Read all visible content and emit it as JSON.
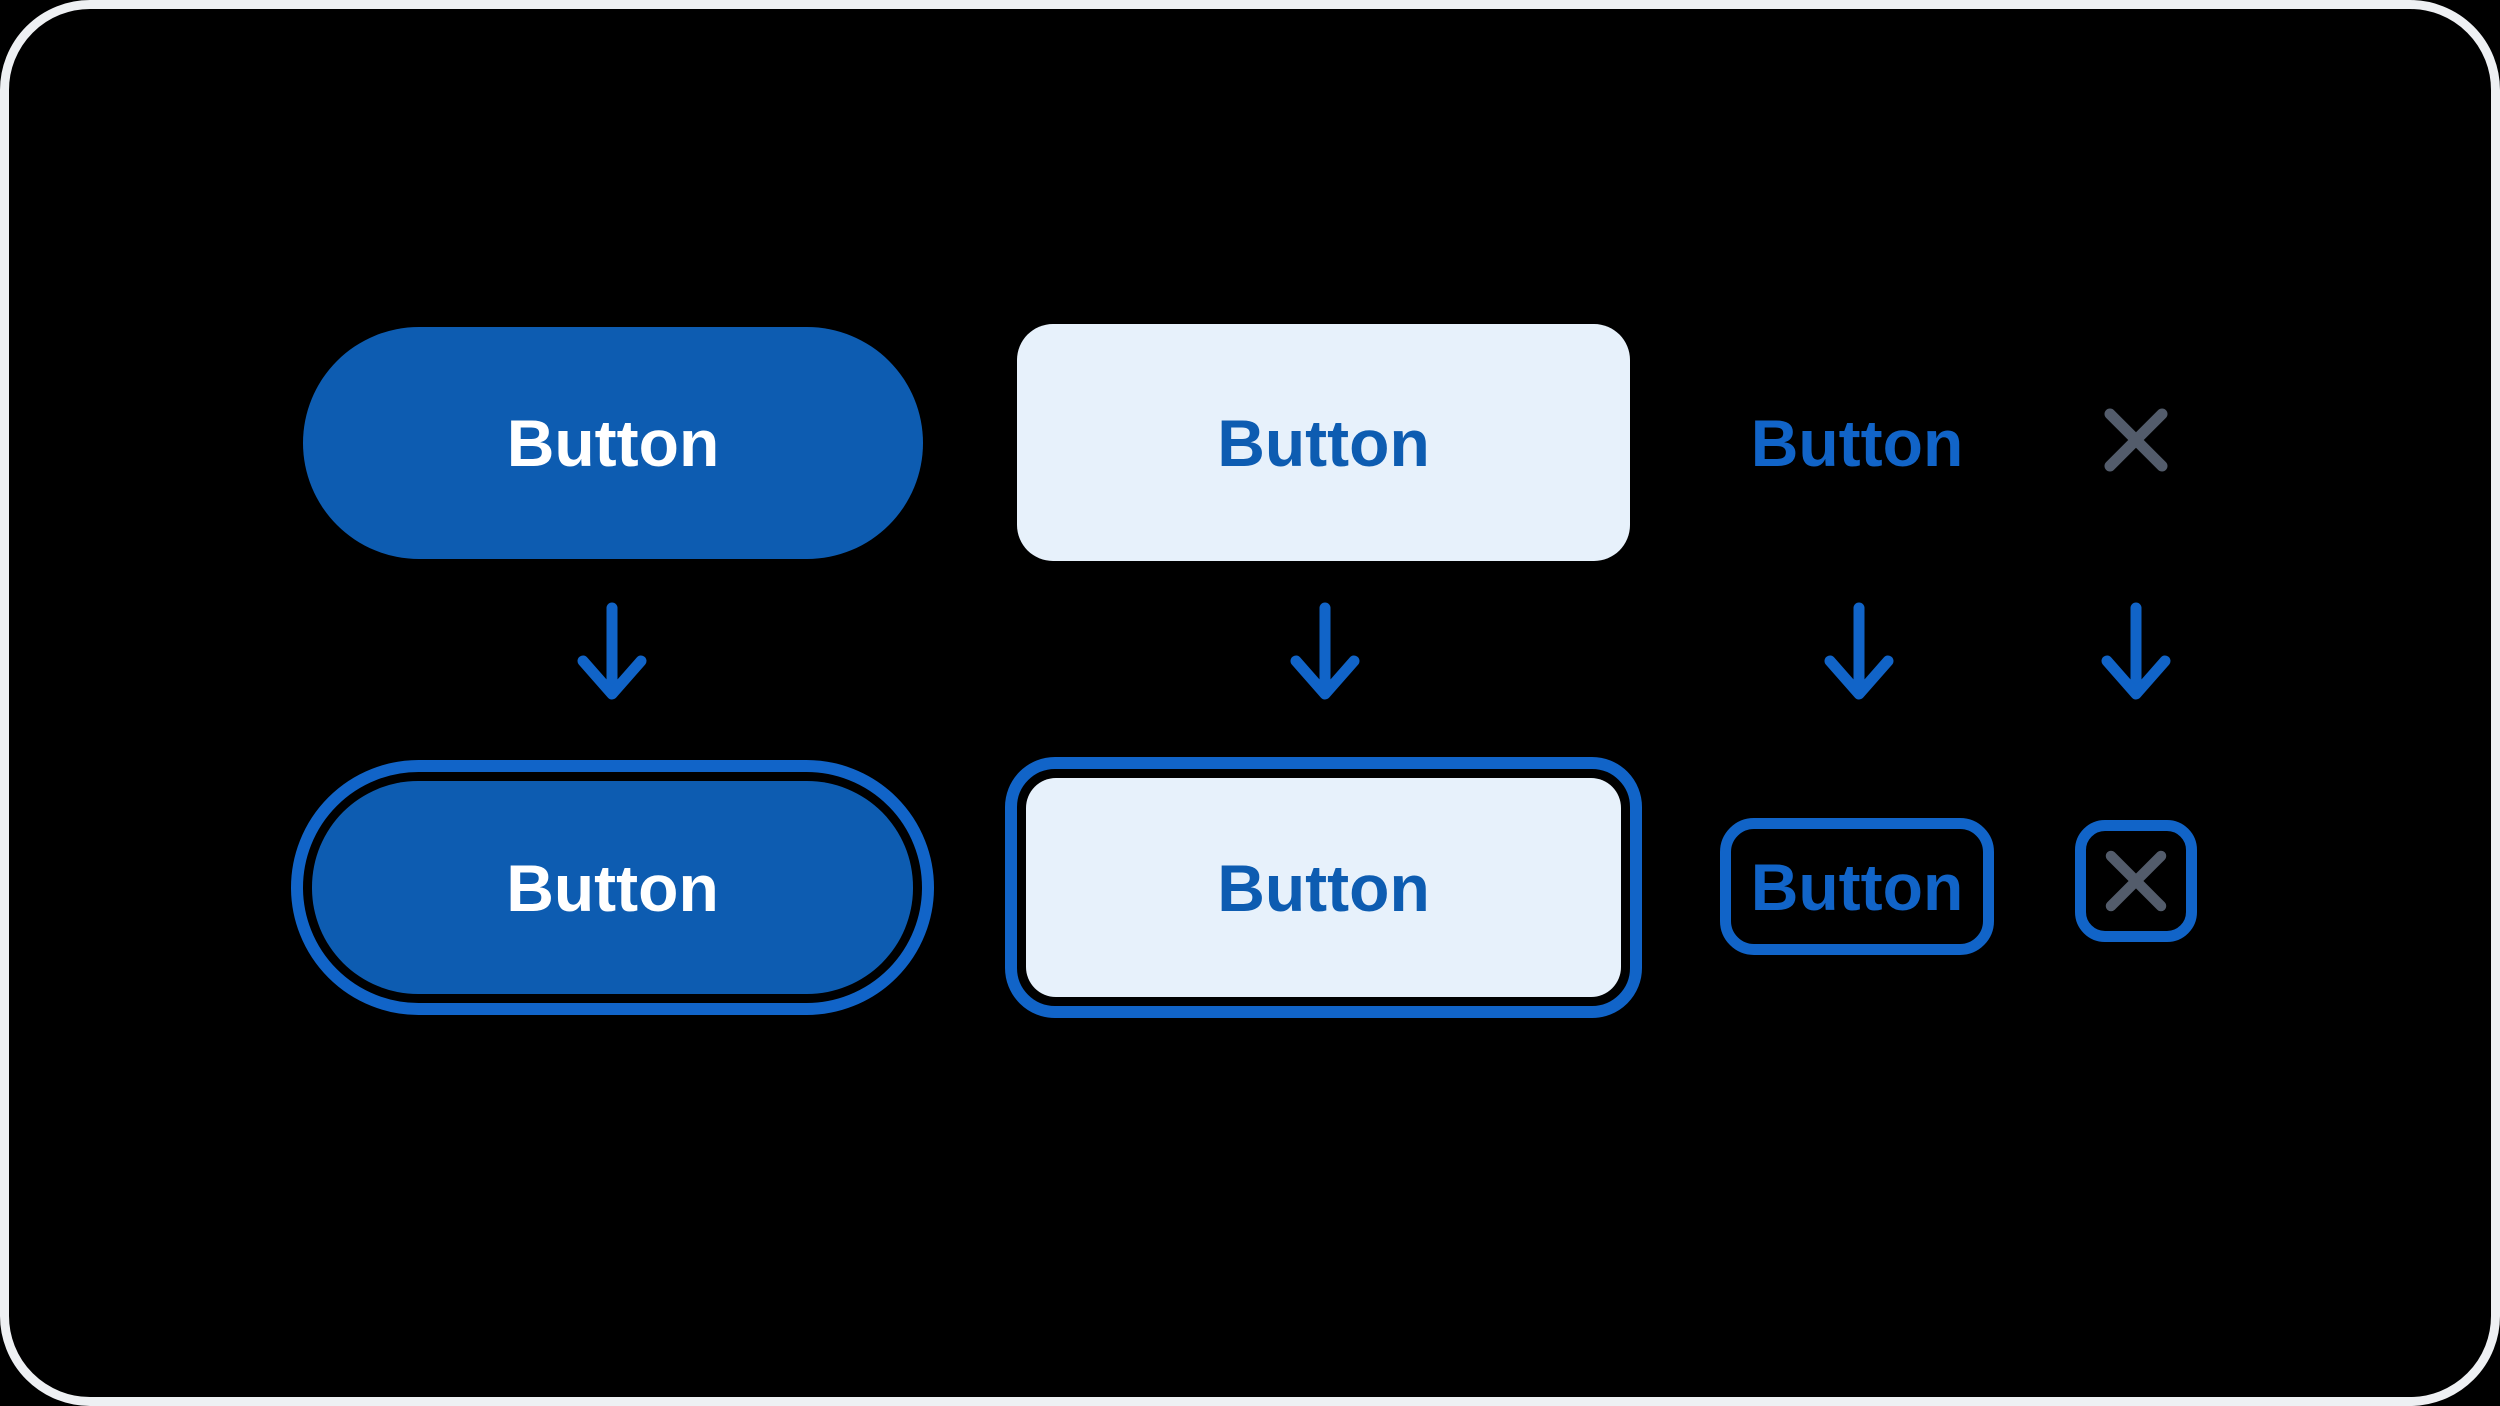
{
  "colors": {
    "bg": "#000000",
    "frame": "#EEF0F3",
    "blue-dark": "#0D5CB1",
    "blue": "#1164C8",
    "light": "#E7F1FB",
    "gray-x": "#535C6B",
    "white": "#FFFFFF"
  },
  "buttons": {
    "primary_default": {
      "label": "Button"
    },
    "secondary_default": {
      "label": "Button"
    },
    "tertiary_default": {
      "label": "Button"
    },
    "close_default": {
      "icon": "close-x"
    },
    "primary_focus": {
      "label": "Button"
    },
    "secondary_focus": {
      "label": "Button"
    },
    "tertiary_focus": {
      "label": "Button"
    },
    "close_focus": {
      "icon": "close-x"
    }
  },
  "arrows": {
    "count": 4,
    "icon": "arrow-down"
  }
}
